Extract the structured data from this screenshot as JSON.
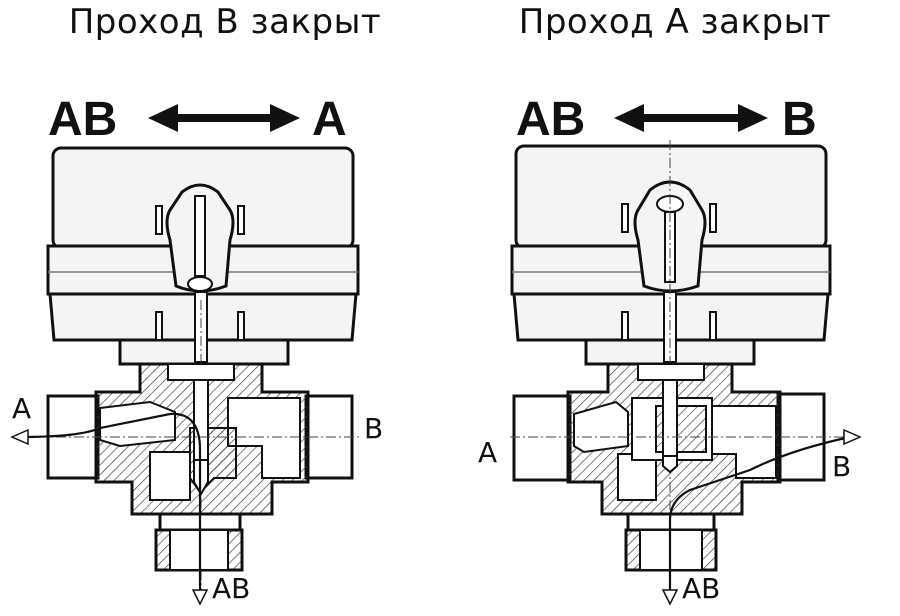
{
  "left": {
    "title": "Проход В закрыт",
    "direction": {
      "from": "AB",
      "to": "A"
    },
    "ports": {
      "left": "A",
      "right": "B",
      "bottom": "AB"
    }
  },
  "right": {
    "title": "Проход А закрыт",
    "direction": {
      "from": "AB",
      "to": "B"
    },
    "ports": {
      "left": "A",
      "right": "B",
      "bottom": "AB"
    }
  },
  "colors": {
    "ink": "#111111",
    "actuator_fill": "#f4f4f4",
    "body_fill": "#ffffff",
    "hatch": "#333333"
  }
}
